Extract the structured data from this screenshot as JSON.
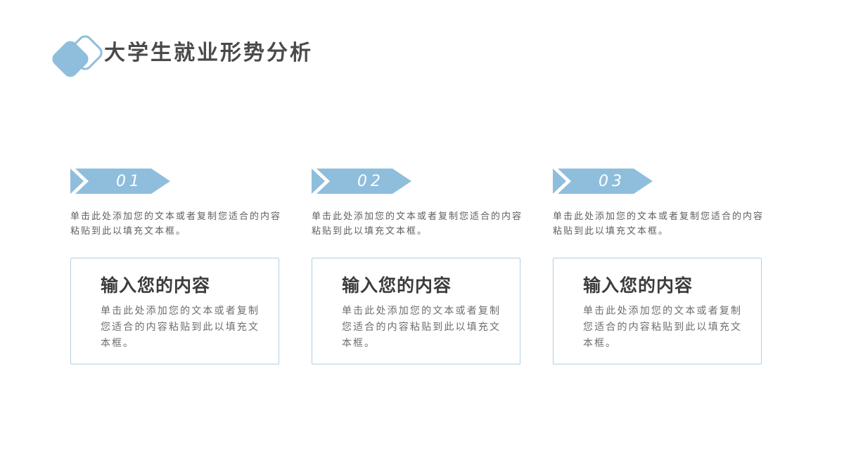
{
  "slide": {
    "title": "大学生就业形势分析",
    "colors": {
      "accent": "#8FBEDC",
      "box_border": "#AFD0E2",
      "title_text": "#4A4A4A",
      "heading_text": "#3C3C3C",
      "body_text": "#6E6E6E"
    },
    "columns": [
      {
        "number": "01",
        "desc": "单击此处添加您的文本或者复制您适合的内容粘贴到此以填充文本框。",
        "box_title": "输入您的内容",
        "box_body": "单击此处添加您的文本或者复制您适合的内容粘贴到此以填充文本框。"
      },
      {
        "number": "02",
        "desc": "单击此处添加您的文本或者复制您适合的内容粘贴到此以填充文本框。",
        "box_title": "输入您的内容",
        "box_body": "单击此处添加您的文本或者复制您适合的内容粘贴到此以填充文本框。"
      },
      {
        "number": "03",
        "desc": "单击此处添加您的文本或者复制您适合的内容粘贴到此以填充文本框。",
        "box_title": "输入您的内容",
        "box_body": "单击此处添加您的文本或者复制您适合的内容粘贴到此以填充文本框。"
      }
    ]
  }
}
